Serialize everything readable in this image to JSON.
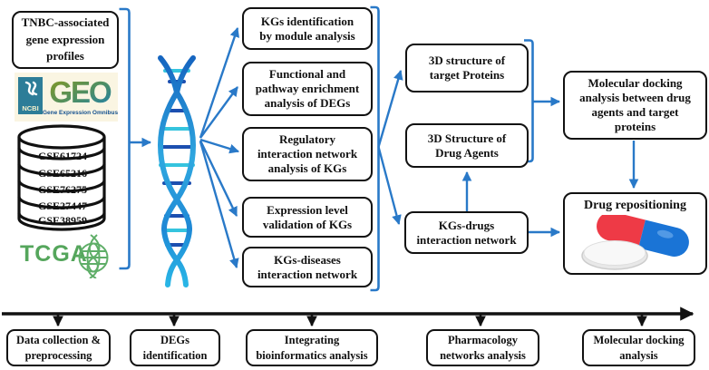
{
  "left": {
    "profiles_box": "TNBC-associated gene expression profiles",
    "ncbi": "NCBI",
    "geo": "GEO",
    "geo_subtitle": "Gene Expression Omnibus",
    "datasets": [
      "GSE61724",
      "GSE65216",
      "GSE76275",
      "GSE27447",
      "GSE38959"
    ],
    "tcga": "TCGA"
  },
  "analysis_boxes": [
    "KGs identification by module analysis",
    "Functional and pathway enrichment analysis of DEGs",
    "Regulatory interaction network analysis of KGs",
    "Expression level validation of KGs",
    "KGs-diseases interaction network"
  ],
  "structure_boxes": {
    "target_proteins": "3D structure of target Proteins",
    "drug_agents": "3D Structure of Drug Agents",
    "kgs_drugs": "KGs-drugs interaction network"
  },
  "docking": {
    "molecular_docking": "Molecular docking analysis between drug agents and target proteins",
    "drug_repositioning": "Drug repositioning"
  },
  "timeline_stages": [
    "Data collection & preprocessing",
    "DEGs identification",
    "Integrating bioinformatics analysis",
    "Pharmacology networks analysis",
    "Molecular docking analysis"
  ],
  "colors": {
    "arrow_blue": "#2979c8",
    "outline_black": "#111111",
    "geo_teal": "#2d7d98",
    "geo_olive": "#8a9a1e",
    "tcga_green": "#55a65c",
    "capsule_red": "#ee3a46",
    "capsule_blue": "#1a74d6"
  }
}
